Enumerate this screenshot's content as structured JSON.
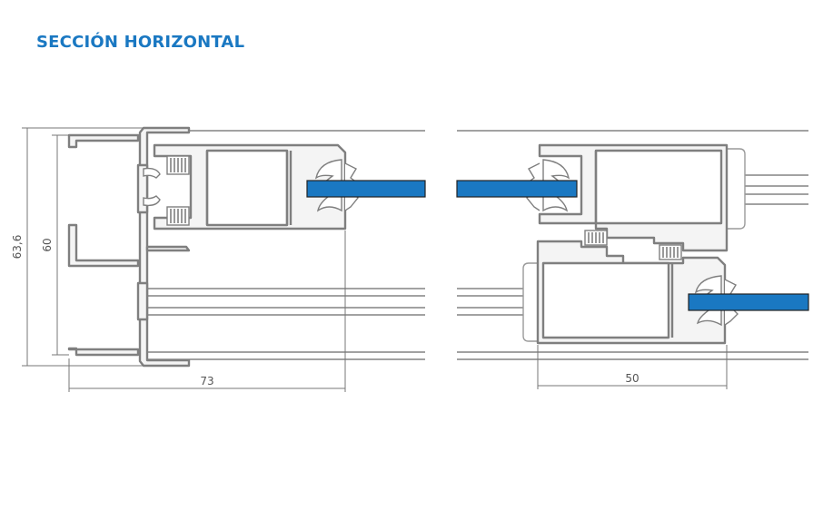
{
  "title": "SECCIÓN HORIZONTAL",
  "colors": {
    "title": "#1a78c2",
    "glass": "#1a78c2",
    "profile_fill": "#f4f4f4",
    "profile_stroke": "#7f7f7f",
    "line": "#6a6a6a",
    "dimension": "#777777"
  },
  "dimensions": {
    "left_outer_height": "63,6",
    "left_inner_height": "60",
    "left_width": "73",
    "right_width": "50"
  }
}
